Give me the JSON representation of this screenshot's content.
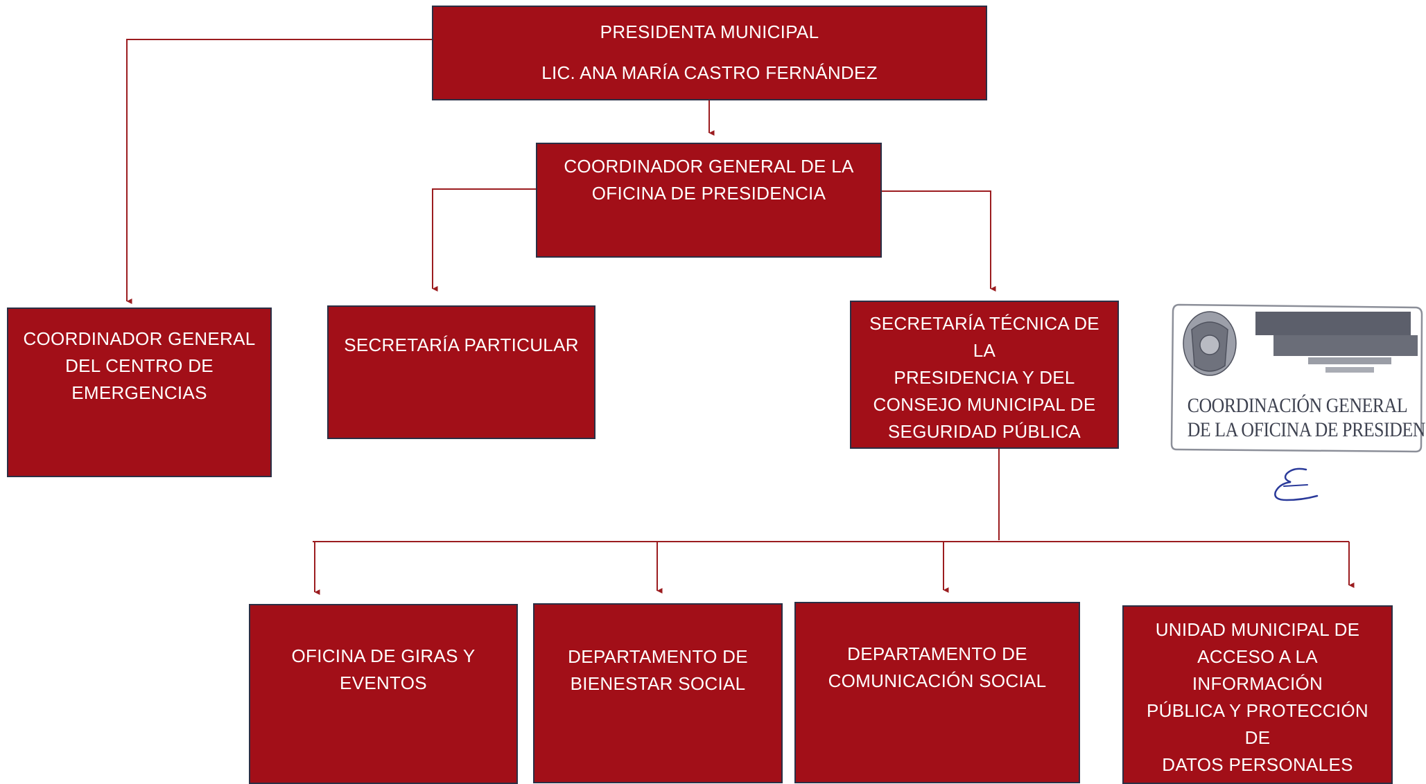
{
  "colors": {
    "box_fill": "#a20f18",
    "box_border": "#2a2f45",
    "box_text": "#ffffff",
    "connector": "#9b1c1f",
    "stamp_ink": "#3e4250",
    "signature_ink": "#2a3a9a"
  },
  "org_chart": {
    "presidenta": {
      "line1": "PRESIDENTA MUNICIPAL",
      "line2": "LIC. ANA MARÍA CASTRO FERNÁNDEZ"
    },
    "coordinador_oficina": {
      "line1": "COORDINADOR GENERAL DE LA",
      "line2": "OFICINA DE PRESIDENCIA"
    },
    "centro_emergencias": {
      "line1": "COORDINADOR GENERAL",
      "line2": "DEL CENTRO DE",
      "line3": "EMERGENCIAS"
    },
    "secretaria_particular": {
      "line1": "SECRETARÍA PARTICULAR"
    },
    "secretaria_tecnica": {
      "line1": "SECRETARÍA TÉCNICA DE LA",
      "line2": "PRESIDENCIA Y DEL",
      "line3": "CONSEJO MUNICIPAL DE",
      "line4": "SEGURIDAD PÚBLICA"
    },
    "giras_eventos": {
      "line1": "OFICINA DE GIRAS Y",
      "line2": "EVENTOS"
    },
    "bienestar_social": {
      "line1": "DEPARTAMENTO DE",
      "line2": "BIENESTAR SOCIAL"
    },
    "comunicacion_social": {
      "line1": "DEPARTAMENTO DE",
      "line2": "COMUNICACIÓN SOCIAL"
    },
    "unidad_acceso": {
      "line1": "UNIDAD MUNICIPAL DE",
      "line2": "ACCESO A LA INFORMACIÓN",
      "line3": "PÚBLICA Y PROTECCIÓN DE",
      "line4": "DATOS PERSONALES"
    }
  },
  "stamp": {
    "line1": "COORDINACIÓN GENERAL",
    "line2": "DE LA OFICINA DE PRESIDENCIA"
  }
}
